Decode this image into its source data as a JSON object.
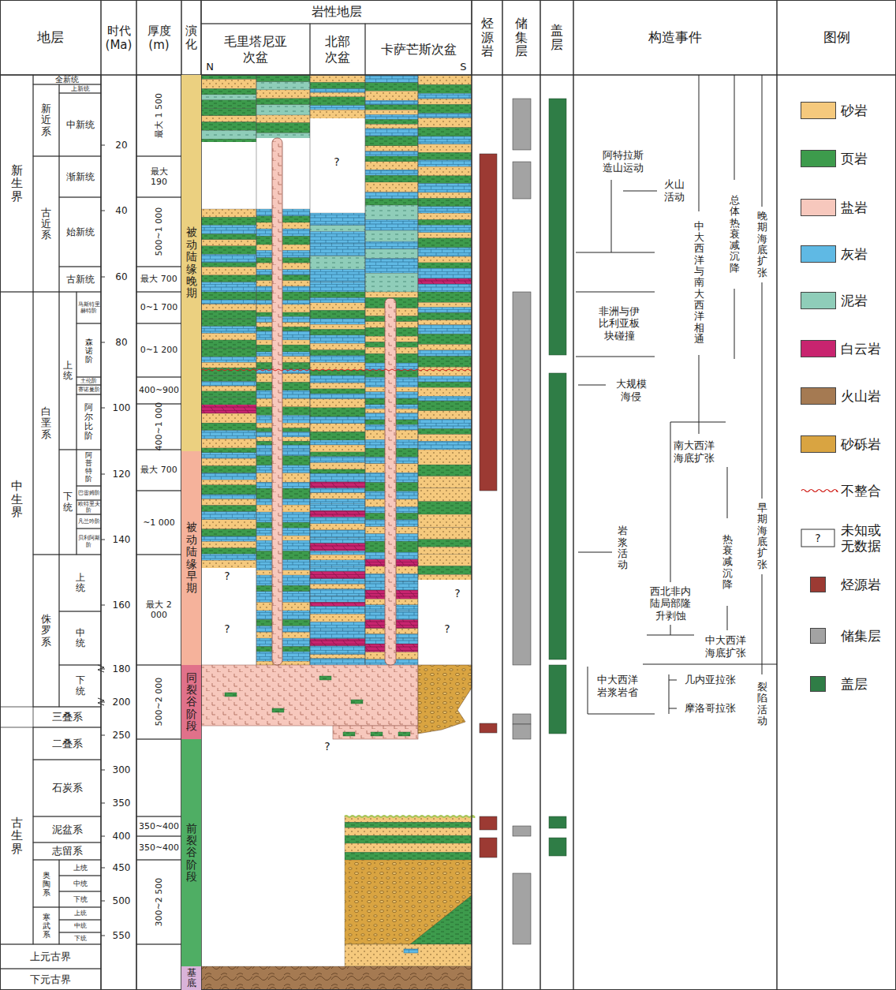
{
  "diagram": {
    "nodes": [
      {
        "text": [
          "被动陆缘晚期"
        ]
      },
      {
        "text": [
          "被动陆缘早期"
        ]
      },
      {
        "text": [
          "同裂谷阶段"
        ]
      },
      {
        "text": [
          "前裂谷阶段"
        ]
      },
      {
        "text": [
          "基底"
        ]
      }
    ],
    "labels": [
      "地层",
      "时代 (Ma)",
      "厚度 (m)",
      "演化",
      "岩性地层",
      "毛里塔尼亚 次盆",
      "北部 次盆",
      "卡萨芒斯次盆",
      "N",
      "S",
      "烃源岩",
      "储集层",
      "盖层",
      "构造事件",
      "图例",
      "全新统",
      "新生界",
      "新近系",
      "上新统",
      "中新统",
      "古近系",
      "渐新统",
      "始新统",
      "古新统",
      "中生界",
      "白垩系",
      "上统",
      "马斯特里赫特阶",
      "森诺阶",
      "土伦阶",
      "赛诺曼阶",
      "阿尔比阶",
      "下统",
      "阿普特阶",
      "巴雷姆阶",
      "欧特里夫阶",
      "凡兰吟阶",
      "贝利阿斯阶",
      "侏罗系",
      "上统",
      "中统",
      "下统",
      "三叠系",
      "古生界",
      "二叠系",
      "石炭系",
      "泥盆系",
      "志留系",
      "奥陶系",
      "上统",
      "中统",
      "下统",
      "寒武系",
      "上统",
      "中统",
      "下统",
      "上元古界",
      "下元古界",
      "20",
      "40",
      "60",
      "80",
      "100",
      "120",
      "140",
      "160",
      "180",
      "200",
      "250",
      "300",
      "350",
      "400",
      "450",
      "500",
      "550",
      "最大 1 500",
      "最大 190",
      "500~1 000",
      "最大 700",
      "0~1 700",
      "0~1 200",
      "400~900",
      "400~1 000",
      "最大 700",
      "~1 000",
      "最大 2 000",
      "500~2 000",
      "350~400",
      "350~400",
      "300~2 500",
      "?",
      "?",
      "?",
      "?",
      "?",
      "?",
      "阿特拉斯 造山运动",
      "火山活动",
      "中大西洋与南大西洋相通",
      "总体热衰减沉降",
      "晚期海底扩张",
      "非洲与伊比利亚板块碰撞",
      "大规模海侵",
      "南大西洋海底扩张",
      "岩浆活动",
      "西北非内陆局部隆升剥蚀",
      "热衰减沉降",
      "早期海底扩张",
      "中大西洋海底扩张",
      "中大西洋岩浆岩省",
      "几内亚拉张",
      "摩洛哥拉张",
      "裂陷活动",
      "?"
    ],
    "legend": [
      {
        "text": "砂岩",
        "color": "#f5c97d"
      },
      {
        "text": "页岩",
        "color": "#3d9b4c"
      },
      {
        "text": "盐岩",
        "color": "#f7c8bd"
      },
      {
        "text": "灰岩",
        "color": "#5fb9e4"
      },
      {
        "text": "泥岩",
        "color": "#8fcdb9"
      },
      {
        "text": "白云岩",
        "color": "#c8246f"
      },
      {
        "text": "火山岩",
        "color": "#a57a52"
      },
      {
        "text": "砂砾岩",
        "color": "#d9a441"
      },
      {
        "text": "不整合"
      },
      {
        "text": "未知或无数据"
      },
      {
        "text": "烃源岩",
        "color": "#9c3a33"
      },
      {
        "text": "储集层",
        "color": "#a3a3a3"
      },
      {
        "text": "盖层",
        "color": "#2f7d46"
      }
    ]
  }
}
